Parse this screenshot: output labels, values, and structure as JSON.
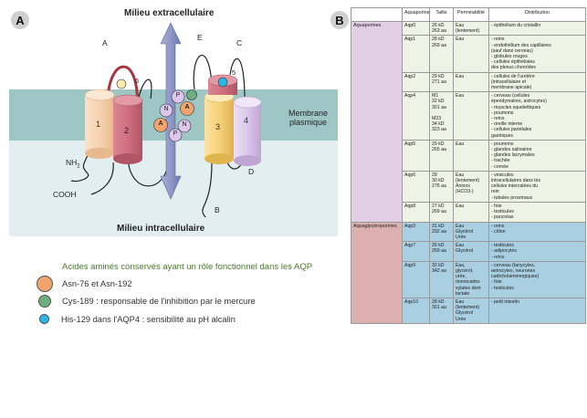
{
  "panel_a": {
    "letter": "A",
    "top_label": "Milieu extracellulaire",
    "bottom_label": "Milieu intracellulaire",
    "membrane_label_1": "Membrane",
    "membrane_label_2": "plasmique",
    "nh2": "NH",
    "nh2_sub": "2",
    "cooh": "COOH",
    "helices": [
      "1",
      "2",
      "3",
      "4"
    ],
    "loops": [
      "A",
      "B",
      "C",
      "D",
      "E"
    ],
    "residue_numbers": [
      "6",
      "5"
    ],
    "npa_top": [
      "N",
      "P",
      "A"
    ],
    "npa_bottom": [
      "A",
      "P",
      "N"
    ],
    "colors": {
      "membrane": "#9ec6c4",
      "intracellular": "#e3eef0",
      "helix_light": "#f6d3b0",
      "helix_red": "#cf6f7f",
      "helix_yellow": "#f7d27a",
      "helix_lilac": "#dcc6ec",
      "arrow": "#8f98c6",
      "asn": "#f2a46e",
      "cys": "#6fae7e",
      "his": "#2bb6e6"
    }
  },
  "legend": {
    "title": "Acides aminés conservés ayant un rôle fonctionnel dans les AQP",
    "items": [
      {
        "text": "Asn-76 et Asn-192",
        "color": "#f2a46e"
      },
      {
        "text": "Cys-189 : responsable de l'inhibition par le mercure",
        "color": "#6fae7e"
      },
      {
        "text": "His-129 dans l'AQP4 : sensibilité au pH alcalin",
        "color": "#2bb6e6"
      }
    ]
  },
  "panel_b": {
    "letter": "B",
    "headers": [
      "Aquaporine",
      "Taille",
      "Perméabilité",
      "Distribution"
    ],
    "families": [
      {
        "name": "Aquaporines",
        "rows": [
          {
            "aqp": "Aqp0",
            "taille": [
              "26 kD",
              "263 aa"
            ],
            "perm": [
              "Eau",
              "(lentement)"
            ],
            "dist": [
              "- épithélium du cristallin"
            ]
          },
          {
            "aqp": "Aqp1",
            "taille": [
              "28 kD",
              "269 aa"
            ],
            "perm": [
              "Eau"
            ],
            "dist": [
              "- reins",
              "- endothélium des capillaires",
              "  (sauf dans cerveau)",
              "- globules rouges",
              "- cellules épithéliales",
              "  des plexus choroïdes"
            ]
          },
          {
            "aqp": "Aqp2",
            "taille": [
              "29 kD",
              "271 aa"
            ],
            "perm": [
              "Eau"
            ],
            "dist": [
              "- cellules de l'uretère",
              "  (intracellulaire et",
              "  membrane apicale)"
            ]
          },
          {
            "aqp": "Aqp4",
            "taille": [
              "M1",
              "32 kD",
              "301 aa",
              "",
              "M23",
              "34 kD",
              "323 aa"
            ],
            "perm": [
              "Eau"
            ],
            "dist": [
              "- cerveau (cellules",
              "  épendymaires, astrocytes)",
              "- muscles squelettiques",
              "- poumons",
              "- reins",
              "- oreille interne",
              "- cellules pariétales",
              "  gastriques"
            ]
          },
          {
            "aqp": "Aqp5",
            "taille": [
              "29 kD",
              "265 aa"
            ],
            "perm": [
              "Eau"
            ],
            "dist": [
              "- poumons",
              "- glandes salivaires",
              "- glandes lacrymales",
              "- trachée",
              "- cornée"
            ]
          },
          {
            "aqp": "Aqp6",
            "taille": [
              "28",
              "30 kD",
              "276 aa"
            ],
            "perm": [
              "Eau",
              "(lentement)",
              "Anions",
              "(HCO3-)"
            ],
            "dist": [
              "- vésicules",
              "  intracellulaires dans les",
              "  cellules intercalées du",
              "  rein",
              "- tubules proximaux"
            ]
          },
          {
            "aqp": "Aqp8",
            "taille": [
              "27 kD",
              "269 aa"
            ],
            "perm": [
              "Eau"
            ],
            "dist": [
              "- foie",
              "- testicules",
              "- pancréas"
            ]
          }
        ]
      },
      {
        "name": "Aquaglycéroporines",
        "rows": [
          {
            "aqp": "Aqp3",
            "taille": [
              "31 kD",
              "292 aa"
            ],
            "perm": [
              "Eau",
              "Glycérol",
              "Urée"
            ],
            "dist": [
              "- reins",
              "- côlon"
            ]
          },
          {
            "aqp": "Aqp7",
            "taille": [
              "26 kD",
              "269 aa"
            ],
            "perm": [
              "Eau",
              "Glycérol"
            ],
            "dist": [
              "- testicules",
              "- adipocytes",
              "- reins"
            ]
          },
          {
            "aqp": "Aqp9",
            "taille": [
              "32 kD",
              "342 aa"
            ],
            "perm": [
              "Eau,",
              "glycérol,",
              "urée,",
              "monocarbo-",
              "xylates dont",
              "lactate"
            ],
            "dist": [
              "- cerveau (tanycytes,",
              "  astrocytes, neurones",
              "  catécholaminergiques)",
              "- foie",
              "- testicules"
            ]
          },
          {
            "aqp": "Aqp10",
            "taille": [
              "28 kD",
              "301 aa"
            ],
            "perm": [
              "Eau",
              "(lentement)",
              "Glycérol",
              "Urée"
            ],
            "dist": [
              "- petit intestin"
            ]
          }
        ]
      }
    ]
  }
}
